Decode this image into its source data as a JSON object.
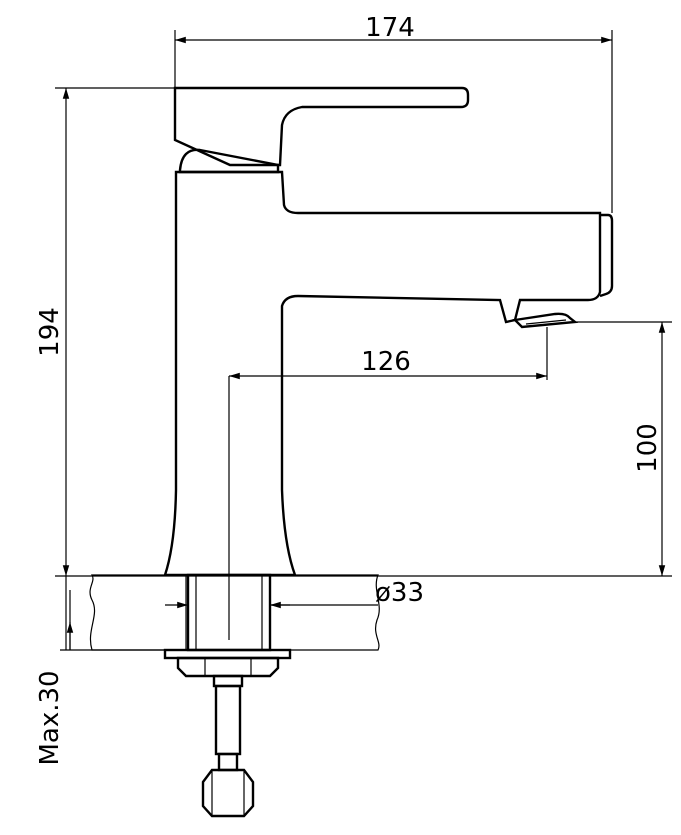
{
  "dimensions": {
    "total_width": "174",
    "total_height": "194",
    "spout_reach": "126",
    "spout_height": "100",
    "hole_diameter": "ø33",
    "max_deck_thickness": "Max.30"
  },
  "colors": {
    "line": "#000000",
    "background": "#ffffff"
  }
}
